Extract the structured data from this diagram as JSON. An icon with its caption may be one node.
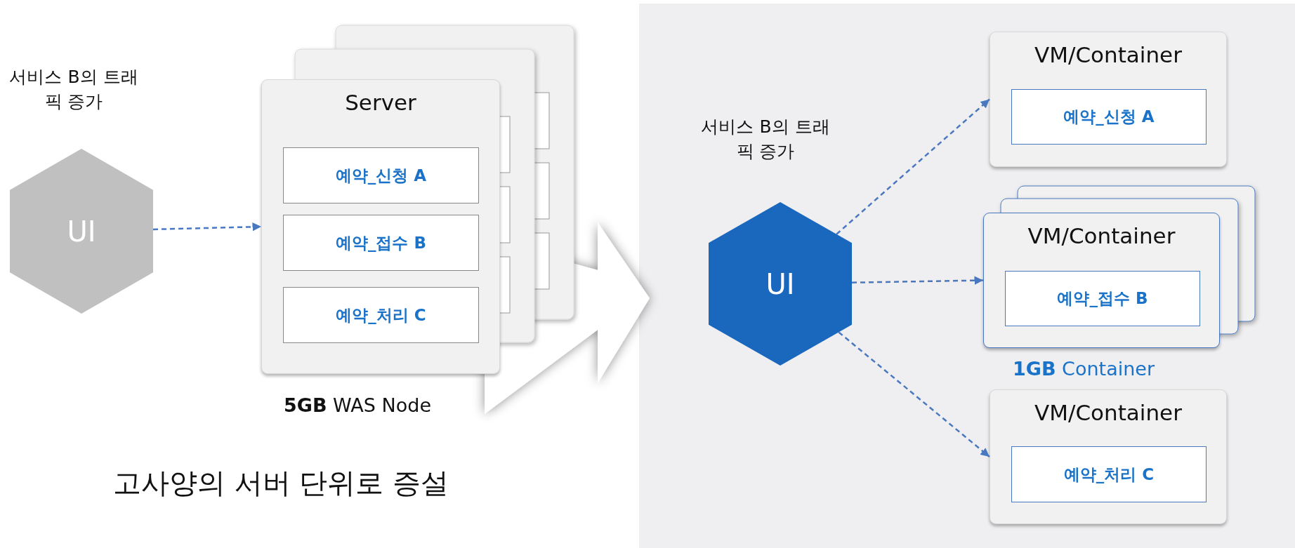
{
  "diagram": {
    "nodes": [
      {
        "text": [
          "UI"
        ]
      },
      {
        "text": [
          "Server"
        ],
        "beside": [
          "**5GB** WAS Node"
        ]
      },
      {
        "text": [
          "예약_신청 A"
        ],
        "in": 1
      },
      {
        "text": [
          "예약_접수 B"
        ],
        "in": 1
      },
      {
        "text": [
          "예약_처리 C"
        ],
        "in": 1
      },
      {
        "text": [
          "UI"
        ]
      },
      {
        "text": [
          "VM/Container"
        ]
      },
      {
        "text": [
          "예약_신청 A"
        ],
        "in": 6
      },
      {
        "text": [
          "VM/Container"
        ],
        "beside": [
          "**1GB** Container"
        ]
      },
      {
        "text": [
          "예약_접수 B"
        ],
        "in": 8
      },
      {
        "text": [
          "VM/Container"
        ]
      },
      {
        "text": [
          "예약_처리 C"
        ],
        "in": 10
      }
    ],
    "edges": [
      {
        "from": 0,
        "to": 1,
        "arrow": "to",
        "style": "dashed"
      },
      {
        "from": 5,
        "to": 6,
        "arrow": "to",
        "style": "dashed"
      },
      {
        "from": 5,
        "to": 8,
        "arrow": "to",
        "style": "dashed"
      },
      {
        "from": 5,
        "to": 10,
        "arrow": "to",
        "style": "dashed"
      }
    ],
    "labels": [
      "서비스 B의 트래픽 증가",
      "서비스 B의 트래픽 증가",
      "고사양의 서버 단위로 증설"
    ]
  }
}
